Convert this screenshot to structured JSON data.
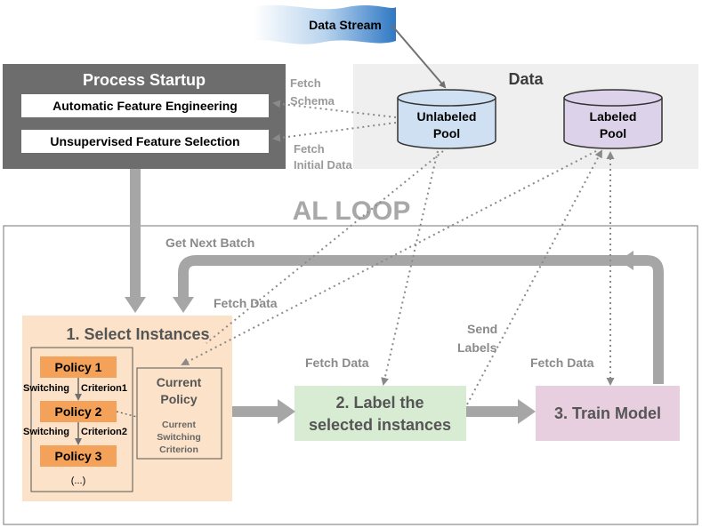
{
  "data_stream": {
    "label": "Data Stream"
  },
  "process_startup": {
    "title": "Process Startup",
    "steps": [
      "Automatic Feature Engineering",
      "Unsupervised Feature Selection"
    ]
  },
  "data": {
    "title": "Data",
    "unlabeled_pool": [
      "Unlabeled",
      "Pool"
    ],
    "labeled_pool": [
      "Labeled",
      "Pool"
    ]
  },
  "fetch_schema": [
    "Fetch",
    "Schema"
  ],
  "fetch_initial_data": [
    "Fetch",
    "Initial Data"
  ],
  "al_loop": {
    "title": "AL LOOP",
    "get_next_batch": "Get Next Batch"
  },
  "edge_labels": {
    "fetch_data_select": "Fetch Data",
    "fetch_data_label": "Fetch Data",
    "fetch_data_train": "Fetch Data",
    "send_labels": [
      "Send",
      "Labels"
    ]
  },
  "select_instances": {
    "title": "1. Select Instances",
    "policies": [
      "Policy 1",
      "Policy 2",
      "Policy 3"
    ],
    "switch_1": {
      "left": "Switching",
      "right": "Criterion1"
    },
    "switch_2": {
      "left": "Switching",
      "right": "Criterion2"
    },
    "ellipsis": "(...)",
    "current_policy": [
      "Current",
      "Policy"
    ],
    "current_criterion": [
      "Current",
      "Switching",
      "Criterion"
    ]
  },
  "label_step": {
    "title": [
      "2. Label the",
      "selected instances"
    ]
  },
  "train_step": {
    "title": "3. Train Model"
  },
  "colors": {
    "gray_box": "#6d6d6d",
    "select_bg": "#fbe2c8",
    "policy": "#f4a259",
    "label_bg": "#d7ecd3",
    "train_bg": "#e8cfdf",
    "unlabeled_pool": "#cfe0f3",
    "labeled_pool": "#dcd2ea",
    "arrow": "#a6a6a6"
  }
}
